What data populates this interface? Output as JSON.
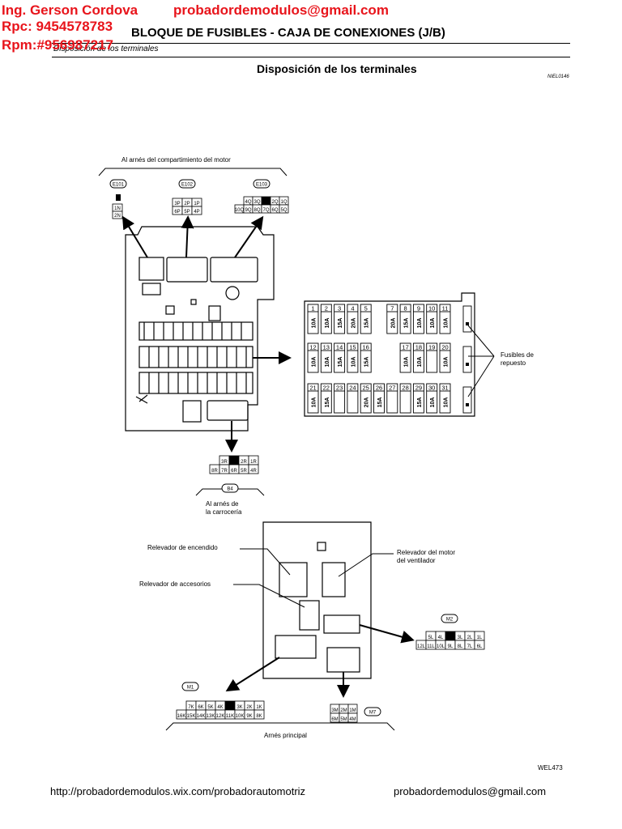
{
  "header": {
    "contact_name": "Ing. Gerson Cordova",
    "contact_email": "probadordemodulos@gmail.com",
    "contact_rpc": "Rpc: 9454578783",
    "contact_rpm": "Rpm:#956987217",
    "title": "BLOQUE DE FUSIBLES - CAJA DE CONEXIONES (J/B)",
    "subtitle": "Disposición de los terminales"
  },
  "section": {
    "title": "Disposición de los terminales",
    "doc_id": "NIEL0146"
  },
  "diagram": {
    "label_engine_harness": "Al arnés del compartimiento del motor",
    "label_body_harness_1": "Al arnés de",
    "label_body_harness_2": "la carrocería",
    "label_spare_1": "Fusibles de",
    "label_spare_2": "repuesto",
    "label_ignition_relay": "Relevador de encendido",
    "label_blower_relay_1": "Relevador del motor",
    "label_blower_relay_2": "del ventilador",
    "label_accessory_relay": "Relevador de accesorios",
    "label_main_harness": "Arnés principal",
    "figure_id": "WEL473",
    "connectors": {
      "e101": {
        "id": "E101",
        "rows": [
          [
            "1N"
          ],
          [
            "2N"
          ]
        ]
      },
      "e102": {
        "id": "E102",
        "rows": [
          [
            "3P",
            "2P",
            "1P"
          ],
          [
            "6P",
            "5P",
            "4P"
          ]
        ]
      },
      "e103": {
        "id": "E103",
        "rows": [
          [
            "4Q",
            "3Q",
            "",
            "2Q",
            "1Q"
          ],
          [
            "10Q",
            "9Q",
            "8Q",
            "7Q",
            "6Q",
            "5Q"
          ]
        ]
      },
      "b4": {
        "id": "B4",
        "rows": [
          [
            "3R",
            "",
            "2R",
            "1R"
          ],
          [
            "8R",
            "7R",
            "6R",
            "5R",
            "4R"
          ]
        ]
      },
      "m2": {
        "id": "M2",
        "rows": [
          [
            "5L",
            "4L",
            "",
            "3L",
            "2L",
            "1L"
          ],
          [
            "12L",
            "11L",
            "10L",
            "9L",
            "8L",
            "7L",
            "6L"
          ]
        ]
      },
      "m1": {
        "id": "M1",
        "rows": [
          [
            "7K",
            "6K",
            "5K",
            "4K",
            "",
            "3K",
            "2K",
            "1K"
          ],
          [
            "16K",
            "15K",
            "14K",
            "13K",
            "12K",
            "11K",
            "10K",
            "9K",
            "8K"
          ]
        ]
      },
      "m7": {
        "id": "M7",
        "rows": [
          [
            "3M",
            "2M",
            "1M"
          ],
          [
            "6M",
            "5M",
            "4M"
          ]
        ]
      }
    },
    "fuses": {
      "row1": [
        {
          "n": "1",
          "a": "10A"
        },
        {
          "n": "2",
          "a": "10A"
        },
        {
          "n": "3",
          "a": "15A"
        },
        {
          "n": "4",
          "a": "20A"
        },
        {
          "n": "5",
          "a": "15A"
        },
        {
          "n": "7",
          "a": "20A"
        },
        {
          "n": "8",
          "a": "15A"
        },
        {
          "n": "9",
          "a": "10A"
        },
        {
          "n": "10",
          "a": "10A"
        },
        {
          "n": "11",
          "a": "10A"
        }
      ],
      "row2": [
        {
          "n": "12",
          "a": "10A"
        },
        {
          "n": "13",
          "a": "10A"
        },
        {
          "n": "14",
          "a": "15A"
        },
        {
          "n": "15",
          "a": "10A"
        },
        {
          "n": "16",
          "a": "15A"
        },
        {
          "n": "17",
          "a": "10A"
        },
        {
          "n": "18",
          "a": "10A"
        },
        {
          "n": "19",
          "a": ""
        },
        {
          "n": "20",
          "a": "10A"
        }
      ],
      "row3": [
        {
          "n": "21",
          "a": "10A"
        },
        {
          "n": "22",
          "a": "15A"
        },
        {
          "n": "23",
          "a": ""
        },
        {
          "n": "24",
          "a": ""
        },
        {
          "n": "25",
          "a": "20A"
        },
        {
          "n": "26",
          "a": "15A"
        },
        {
          "n": "27",
          "a": ""
        },
        {
          "n": "28",
          "a": ""
        },
        {
          "n": "29",
          "a": "15A"
        },
        {
          "n": "30",
          "a": "10A"
        },
        {
          "n": "31",
          "a": "10A"
        }
      ]
    }
  },
  "footer": {
    "url": "http://probadordemodulos.wix.com/probadorautomotriz",
    "email": "probadordemodulos@gmail.com"
  }
}
